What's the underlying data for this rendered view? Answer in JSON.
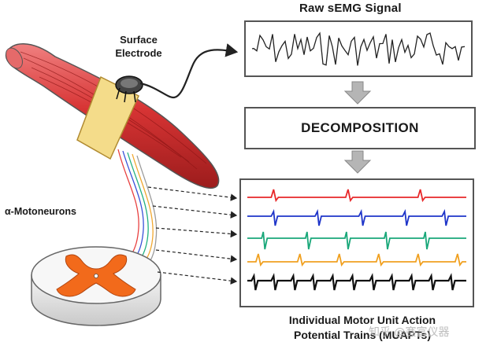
{
  "labels": {
    "raw_signal": "Raw sEMG Signal",
    "surface_electrode": "Surface\nElectrode",
    "decomposition": "DECOMPOSITION",
    "motoneurons": "α-Motoneurons",
    "caption_line1": "Individual Motor Unit Action",
    "caption_line2": "Potential Trains (MUAPTs)"
  },
  "watermark": "知乎 @赛富仪器",
  "trains": [
    {
      "color": "#e8282a",
      "spikes": [
        0.12,
        0.46,
        0.79
      ],
      "shape": "up"
    },
    {
      "color": "#1f35c9",
      "spikes": [
        0.12,
        0.32,
        0.52,
        0.72,
        0.9
      ],
      "shape": "down"
    },
    {
      "color": "#1aa87a",
      "spikes": [
        0.08,
        0.28,
        0.46,
        0.64,
        0.82
      ],
      "shape": "square"
    },
    {
      "color": "#f0a020",
      "spikes": [
        0.05,
        0.24,
        0.42,
        0.6,
        0.78,
        0.96
      ],
      "shape": "up"
    },
    {
      "color": "#111111",
      "spikes": [
        0.03,
        0.12,
        0.21,
        0.3,
        0.39,
        0.48,
        0.57,
        0.66,
        0.75,
        0.84,
        0.93
      ],
      "shape": "down"
    }
  ],
  "colors": {
    "muscle_red": "#d83a3a",
    "electrode_band": "#f4dc8a",
    "spinal_orange": "#f26a1b",
    "arrow_gray": "#b5b5b5",
    "box_border": "#555555"
  }
}
